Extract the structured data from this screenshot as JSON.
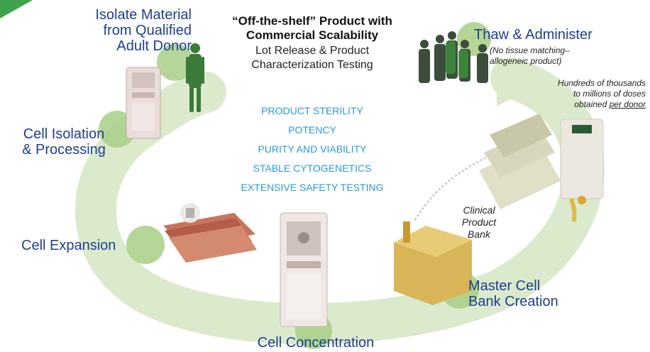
{
  "header": {
    "title_line1": "“Off-the-shelf” Product with",
    "title_line2": "Commercial Scalability",
    "subtitle_line1": "Lot Release & Product",
    "subtitle_line2": "Characterization Testing"
  },
  "tests": [
    "PRODUCT STERILITY",
    "POTENCY",
    "PURITY AND VIABILITY",
    "STABLE CYTOGENETICS",
    "EXTENSIVE SAFETY TESTING"
  ],
  "steps": {
    "isolate": [
      "Isolate Material",
      "from Qualified",
      "Adult Donor"
    ],
    "isolation": [
      "Cell Isolation",
      "& Processing"
    ],
    "expansion": [
      "Cell Expansion"
    ],
    "concentration": [
      "Cell Concentration"
    ],
    "master_bank": [
      "Master Cell",
      "Bank Creation"
    ],
    "thaw": [
      "Thaw & Administer"
    ]
  },
  "thaw_note": [
    "(No tissue matching–",
    "allogeneic product)"
  ],
  "dose_note": {
    "line1": "Hundreds of thousands",
    "line2": "to millions of doses",
    "line3_prefix": "obtained ",
    "line3_underlined": "per donor"
  },
  "clinical_bank": [
    "Clinical",
    "Product",
    "Bank"
  ],
  "colors": {
    "step_text": "#1f3f8f",
    "test_text": "#2a9ad6",
    "arrow": "#cfe2bf",
    "dot": "#a8cf86",
    "corner": "#3fa34d",
    "figure": "#3b7a3a"
  }
}
